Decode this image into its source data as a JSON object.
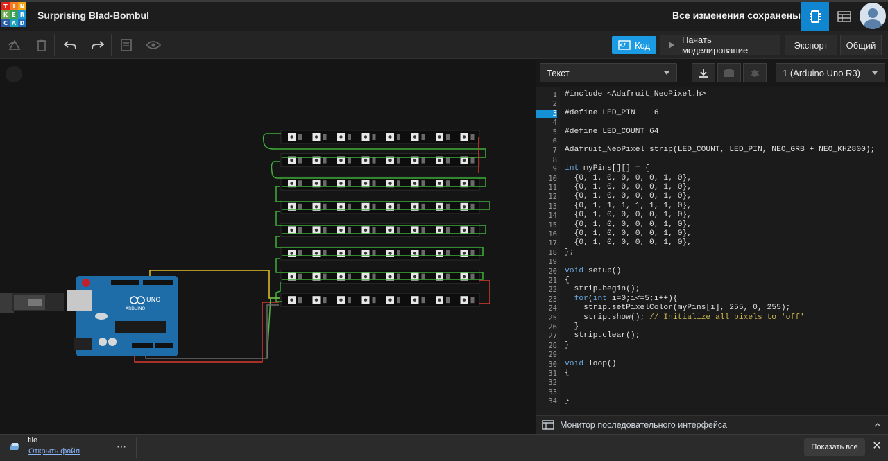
{
  "app": {
    "logo_letters": [
      "T",
      "I",
      "N",
      "K",
      "E",
      "R",
      "C",
      "A",
      "D"
    ],
    "logo_colors": [
      "#e2231a",
      "#f47c1f",
      "#f2a71b",
      "#6aa84f",
      "#3aa15a",
      "#1d9ad6",
      "#2c5ca8",
      "#1fa2b8",
      "#1d6fbe"
    ],
    "project_title": "Surprising Blad-Bombul",
    "saved_status": "Все изменения сохранены",
    "accent": "#0f86cf"
  },
  "toolbar": {
    "icons": [
      "rotate-icon",
      "delete-icon",
      "undo-icon",
      "redo-icon",
      "notes-icon",
      "eye-icon"
    ],
    "code_label": "Код",
    "simulate_label": "Начать моделирование",
    "export_label": "Экспорт",
    "share_label": "Общий"
  },
  "code_panel": {
    "mode": "Текст",
    "board": "1 (Arduino Uno R3)",
    "active_line": 3,
    "serial_monitor_label": "Монитор последовательного интерфейса"
  },
  "code_lines": [
    "#include <Adafruit_NeoPixel.h>",
    "",
    "#define LED_PIN    6",
    "",
    "#define LED_COUNT 64",
    "",
    "Adafruit_NeoPixel strip(LED_COUNT, LED_PIN, NEO_GRB + NEO_KHZ800);",
    "",
    "int myPins[][] = {",
    "  {0, 1, 0, 0, 0, 0, 1, 0},",
    "  {0, 1, 0, 0, 0, 0, 1, 0},",
    "  {0, 1, 0, 0, 0, 0, 1, 0},",
    "  {0, 1, 1, 1, 1, 1, 1, 0},",
    "  {0, 1, 0, 0, 0, 0, 1, 0},",
    "  {0, 1, 0, 0, 0, 0, 1, 0},",
    "  {0, 1, 0, 0, 0, 0, 1, 0},",
    "  {0, 1, 0, 0, 0, 0, 1, 0},",
    "};",
    "",
    "void setup()",
    "{",
    "  strip.begin();",
    "  for(int i=0;i<=5;i++){",
    "    strip.setPixelColor(myPins[i], 255, 0, 255);",
    "    strip.show(); // Initialize all pixels to 'off'",
    "  }",
    "  strip.clear();",
    "}",
    "",
    "void loop()",
    "{",
    "",
    "",
    "}"
  ],
  "canvas": {
    "board_brand": "ARDUINO",
    "board_model": "UNO",
    "strip_count": 8,
    "leds_per_strip": 8,
    "wire_colors": {
      "data": "#e6c229",
      "power": "#d83a2e",
      "ground": "#55b848",
      "link": "#3fae3a"
    }
  },
  "download_bar": {
    "file_name": "file",
    "open_label": "Открыть файл",
    "more": "⋯",
    "show_all": "Показать все",
    "close": "✕"
  }
}
